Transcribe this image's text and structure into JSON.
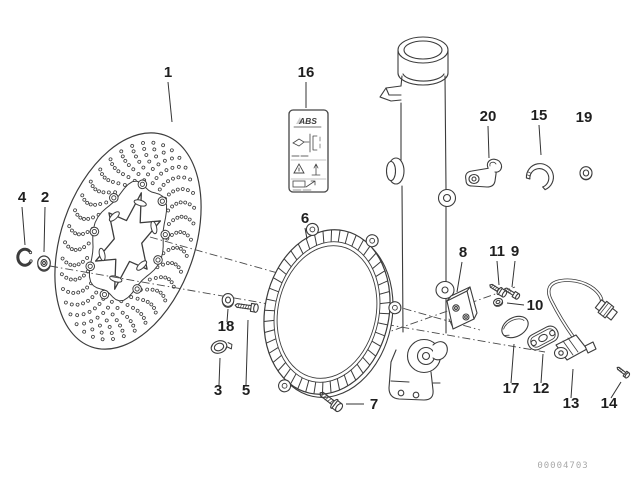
{
  "figure": {
    "sticker_logo": "ABS",
    "watermark": "00004703",
    "callouts": [
      {
        "label": "1"
      },
      {
        "label": "2"
      },
      {
        "label": "3"
      },
      {
        "label": "4"
      },
      {
        "label": "5"
      },
      {
        "label": "6"
      },
      {
        "label": "7"
      },
      {
        "label": "8"
      },
      {
        "label": "9"
      },
      {
        "label": "10"
      },
      {
        "label": "11"
      },
      {
        "label": "12"
      },
      {
        "label": "13"
      },
      {
        "label": "14"
      },
      {
        "label": "15"
      },
      {
        "label": "16"
      },
      {
        "label": "17"
      },
      {
        "label": "18"
      },
      {
        "label": "19"
      },
      {
        "label": "20"
      }
    ]
  }
}
